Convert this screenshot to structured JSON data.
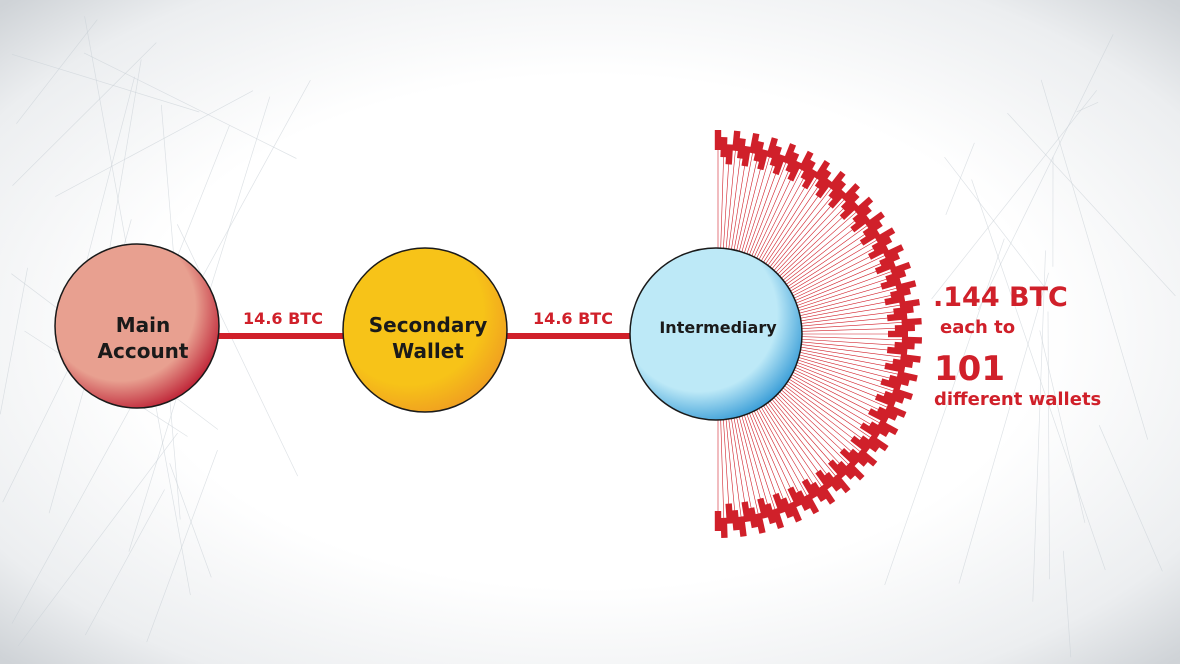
{
  "diagram": {
    "nodes": [
      {
        "id": "main",
        "label_lines": [
          "Main",
          "Account"
        ],
        "fill": "#e8a090",
        "edge": "#c0283a"
      },
      {
        "id": "secondary",
        "label_lines": [
          "Secondary",
          "Wallet"
        ],
        "fill": "#f7c318",
        "edge": "#f0a020"
      },
      {
        "id": "intermediary",
        "label_lines": [
          "Intermediary"
        ],
        "fill": "#bde9f7",
        "edge": "#3d9fd8"
      }
    ],
    "edges": [
      {
        "from": "main",
        "to": "secondary",
        "label": "14.6 BTC"
      },
      {
        "from": "secondary",
        "to": "intermediary",
        "label": "14.6 BTC"
      }
    ],
    "fanout": {
      "count": 101,
      "amount_each": ".144 BTC"
    },
    "annotation": {
      "line1": ".144 BTC",
      "line2": "each to",
      "line3": "101",
      "line4": "different wallets"
    }
  },
  "colors": {
    "accent_red": "#d0202a",
    "node_outline": "#1a1a1a",
    "background": "#ffffff"
  }
}
